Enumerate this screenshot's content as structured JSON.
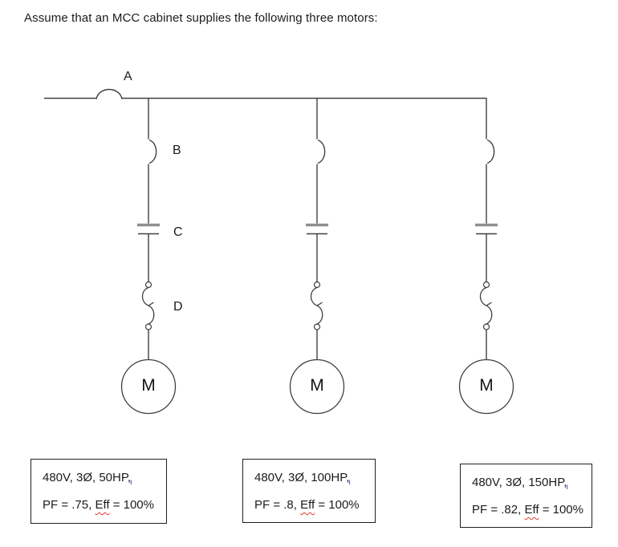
{
  "title": "Assume that an MCC cabinet supplies the following three motors:",
  "diagram": {
    "component_labels": {
      "a": "A",
      "b": "B",
      "c": "C",
      "d": "D"
    },
    "motor_symbol": "M"
  },
  "motor_specs": [
    {
      "line1": "480V, 3Ø, 50HP,",
      "line2_prefix": "PF = .75, ",
      "line2_eff": "Eff",
      "line2_suffix": " = 100%"
    },
    {
      "line1": "480V, 3Ø, 100HP,",
      "line2_prefix": "PF = .8, ",
      "line2_eff": "Eff",
      "line2_suffix": " = 100%"
    },
    {
      "line1": "480V, 3Ø, 150HP,",
      "line2_prefix": "PF = .82, ",
      "line2_eff": "Eff",
      "line2_suffix": " = 100%"
    }
  ],
  "ink_mark": "ι",
  "colors": {
    "line": "#404040",
    "contactor_gray": "#8f8f8f",
    "text": "#1b1b1b",
    "ink_blue": "#2b35c9",
    "spellcheck_red": "#e0382d"
  }
}
